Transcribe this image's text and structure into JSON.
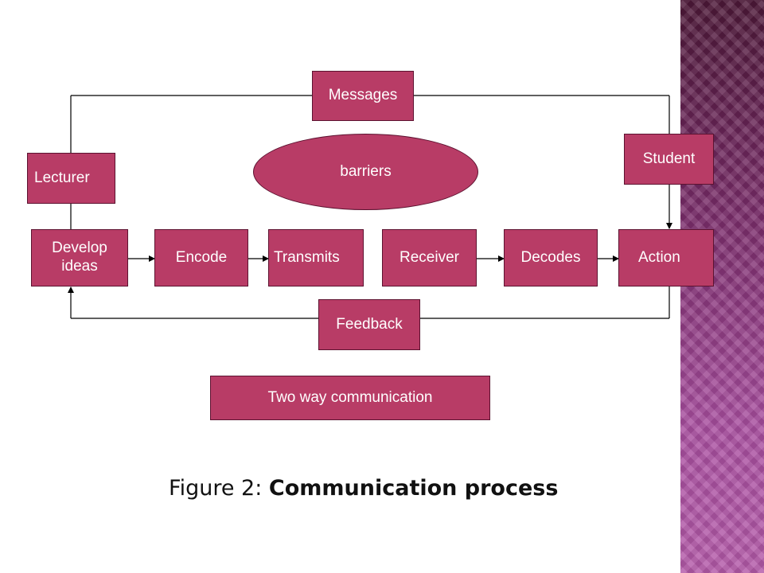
{
  "diagram": {
    "nodes": {
      "messages": "Messages",
      "barriers": "barriers",
      "student": "Student",
      "lecturer": "Lecturer",
      "develop_ideas": "Develop\nideas",
      "encode": "Encode",
      "transmits": "Transmits",
      "receiver": "Receiver",
      "decodes": "Decodes",
      "action": "Action",
      "feedback": "Feedback",
      "two_way": "Two way communication"
    },
    "caption": {
      "prefix": "Figure 2:",
      "title": "Communication process"
    }
  },
  "colors": {
    "box_fill": "#b83c66",
    "box_border": "#5c1230",
    "text": "#ffffff",
    "side_band": "#7b2d6b"
  }
}
